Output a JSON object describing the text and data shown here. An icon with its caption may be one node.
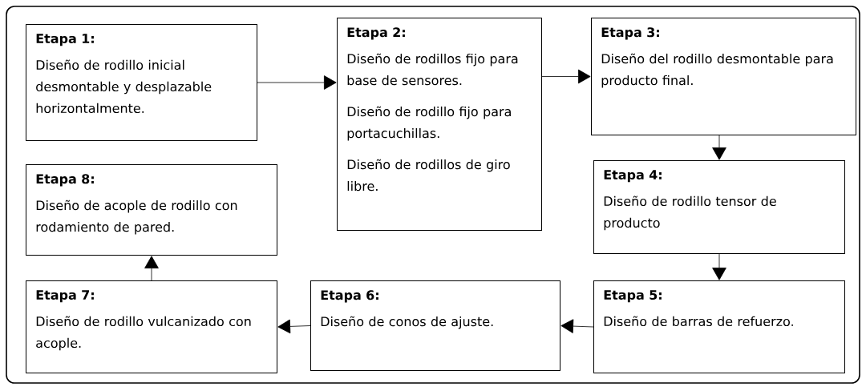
{
  "diagram": {
    "nodes": [
      {
        "text": [
          "Etapa 1:",
          "Diseño de rodillo inicial desmontable y desplazable horizontalmente."
        ]
      },
      {
        "text": [
          "Etapa 2:",
          "Diseño de rodillos fijo para base de sensores.",
          "Diseño de rodillo fijo para portacuchillas.",
          "Diseño de rodillos de giro libre."
        ]
      },
      {
        "text": [
          "Etapa 3:",
          "Diseño del rodillo desmontable para producto final."
        ]
      },
      {
        "text": [
          "Etapa 4:",
          "Diseño de rodillo tensor de producto"
        ]
      },
      {
        "text": [
          "Etapa 5:",
          "Diseño de barras de refuerzo."
        ]
      },
      {
        "text": [
          "Etapa 6:",
          "Diseño de conos de ajuste."
        ]
      },
      {
        "text": [
          "Etapa 7:",
          "Diseño de rodillo vulcanizado con acople."
        ]
      },
      {
        "text": [
          "Etapa 8:",
          "Diseño de acople de rodillo con rodamiento de pared."
        ]
      }
    ],
    "edges": [
      {
        "from": 0,
        "to": 1,
        "arrow": "to"
      },
      {
        "from": 1,
        "to": 2,
        "arrow": "to"
      },
      {
        "from": 2,
        "to": 3,
        "arrow": "to"
      },
      {
        "from": 3,
        "to": 4,
        "arrow": "to"
      },
      {
        "from": 4,
        "to": 5,
        "arrow": "to"
      },
      {
        "from": 5,
        "to": 6,
        "arrow": "to"
      },
      {
        "from": 6,
        "to": 7,
        "arrow": "to"
      }
    ]
  }
}
